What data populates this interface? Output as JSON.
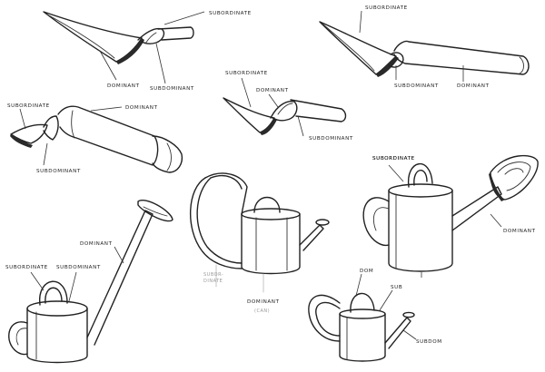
{
  "colors": {
    "ink": "#222222",
    "paper": "#ffffff",
    "faint": "#9a9a9a"
  },
  "labels": {
    "t1_subordinate": "SUBORDINATE",
    "t1_dominant": "DOMINANT",
    "t1_subdominant": "SUBDOMINANT",
    "t2_subdominant": "SUBDOMINANT",
    "t2_subordinate": "SUBORDINATE",
    "t2_dominant": "DOMINANT",
    "t3_subordinate": "SUBORDINATE",
    "t3_dominant": "DOMINANT",
    "t3_subdominant": "SUBDOMINANT",
    "t4_subordinate": "SUBORDINATE",
    "t4_dominant": "DOMINANT",
    "t4_subdominant": "SUBDOMINANT",
    "c1_subordinate": "SUBORDINATE",
    "c1_subdominant": "SUBDOMINANT",
    "c1_dominant": "DOMINANT",
    "c2_dominant": "DOMINANT",
    "c2_subordinate": "SUBORDINATE",
    "c3_subordinate": "SUBORDINATE",
    "c3_dominant": "DOMINANT",
    "c4_dom": "DOM",
    "c4_sub": "SUB",
    "c4_subdom": "SUBDOM"
  }
}
